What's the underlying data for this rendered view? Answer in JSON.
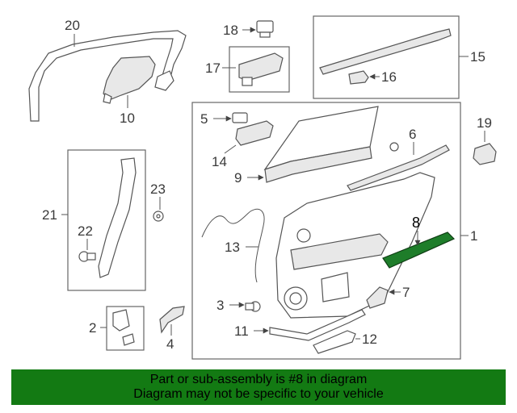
{
  "callouts": {
    "c1": "1",
    "c2": "2",
    "c3": "3",
    "c4": "4",
    "c5": "5",
    "c6": "6",
    "c7": "7",
    "c8": "8",
    "c9": "9",
    "c10": "10",
    "c11": "11",
    "c12": "12",
    "c13": "13",
    "c14": "14",
    "c15": "15",
    "c16": "16",
    "c17": "17",
    "c18": "18",
    "c19": "19",
    "c20": "20",
    "c21": "21",
    "c22": "22",
    "c23": "23"
  },
  "colors": {
    "highlight": "#1e7d2a",
    "banner": "#137a13"
  },
  "banner": {
    "line1": "Part or sub-assembly is #8 in diagram",
    "line2": "Diagram may not be specific to your vehicle"
  }
}
